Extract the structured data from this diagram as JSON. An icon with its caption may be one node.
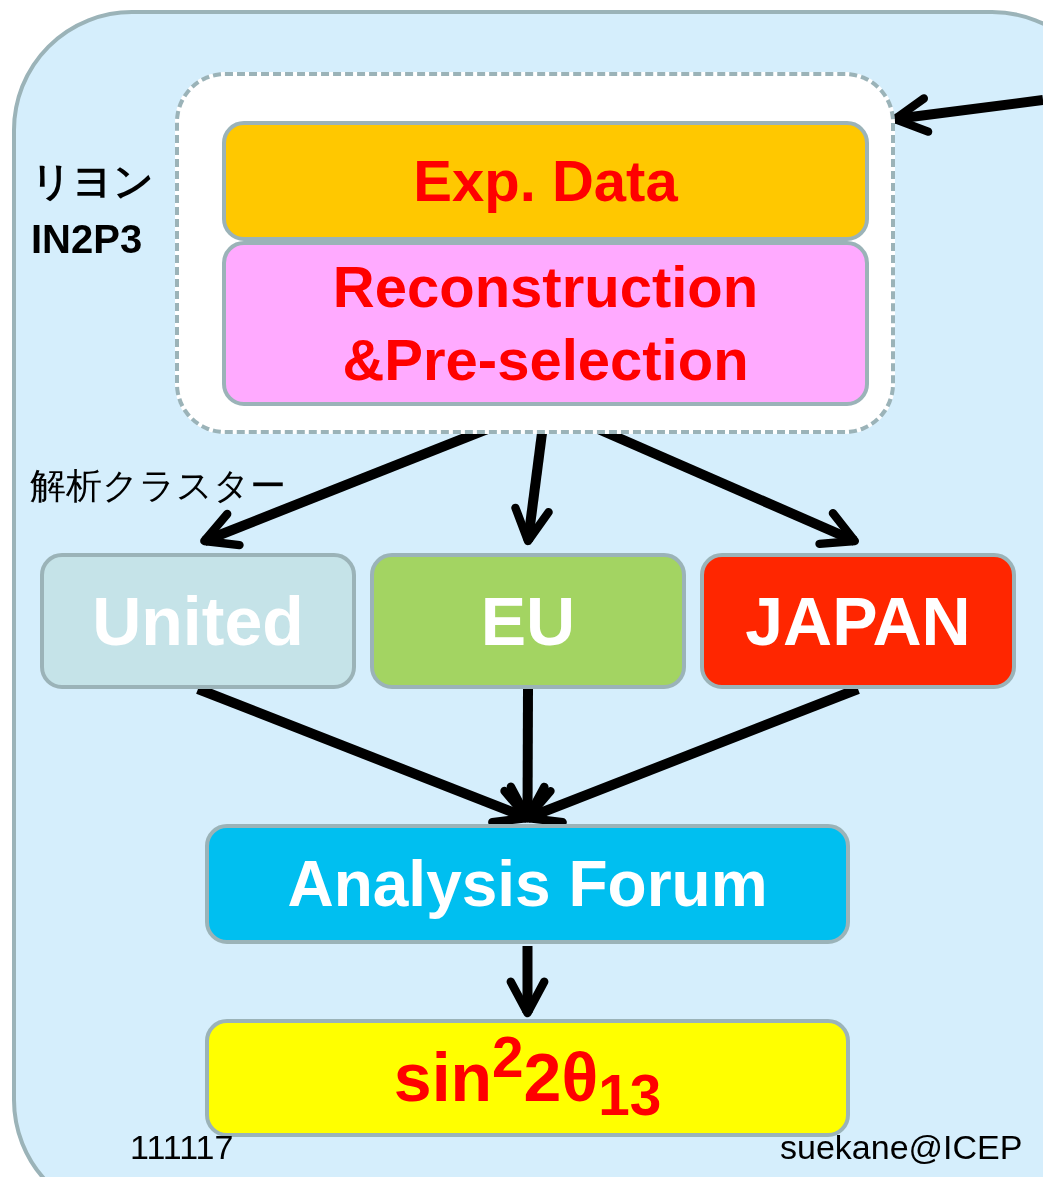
{
  "diagram": {
    "nodes": [
      {
        "text": [
          "リヨン IN2P3"
        ]
      },
      {
        "text": [
          "Exp. Data"
        ],
        "in": 0
      },
      {
        "text": [
          "Reconstruction &Pre-selection"
        ],
        "in": 0
      },
      {
        "text": [
          "United"
        ]
      },
      {
        "text": [
          "EU"
        ]
      },
      {
        "text": [
          "JAPAN"
        ]
      },
      {
        "text": [
          "Analysis Forum"
        ]
      },
      {
        "text": [
          "sin$^{2}$2θ$_{13}$"
        ]
      }
    ],
    "edges": [
      {
        "from": null,
        "to": 0,
        "arrow": "to"
      },
      {
        "from": 2,
        "to": 3,
        "arrow": "to"
      },
      {
        "from": 2,
        "to": 4,
        "arrow": "to"
      },
      {
        "from": 2,
        "to": 5,
        "arrow": "to"
      },
      {
        "from": 3,
        "to": 6,
        "arrow": "to"
      },
      {
        "from": 4,
        "to": 6,
        "arrow": "to"
      },
      {
        "from": 5,
        "to": 6,
        "arrow": "to"
      },
      {
        "from": 6,
        "to": 7,
        "arrow": "to"
      }
    ],
    "labels": [
      "解析クラスター",
      "111117",
      "suekane@ICEP"
    ]
  }
}
